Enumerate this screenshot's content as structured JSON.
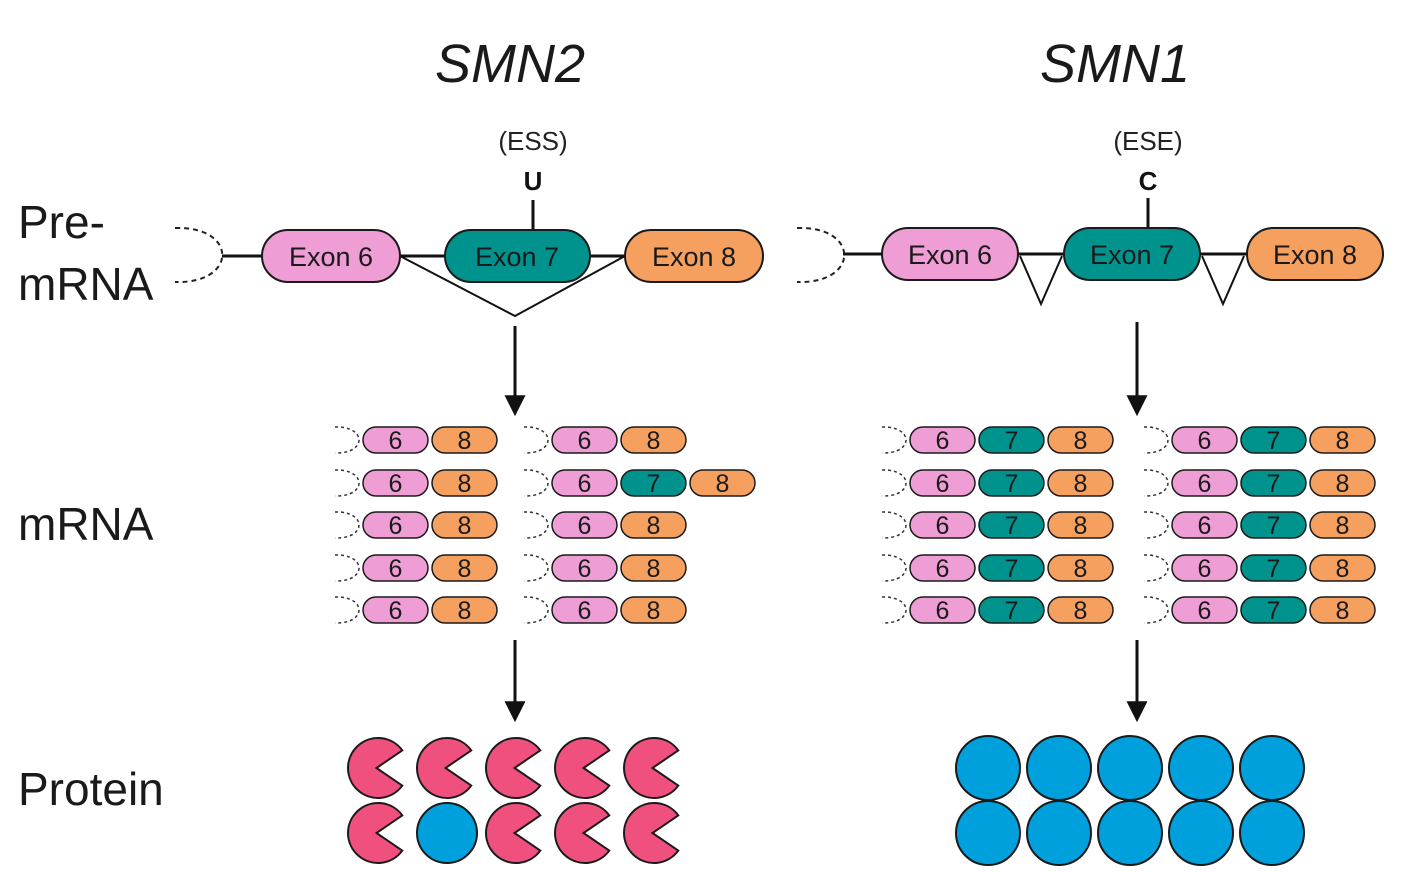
{
  "colors": {
    "exon6": "#EE9ED4",
    "exon7": "#00938E",
    "exon8": "#F6A060",
    "truncated_protein": "#F0507E",
    "full_protein": "#00A0DC",
    "outline": "#1a1a1a"
  },
  "row_labels": {
    "pre_mrna_line1": "Pre-",
    "pre_mrna_line2": "mRNA",
    "mrna": "mRNA",
    "protein": "Protein"
  },
  "panels": [
    {
      "id": "smn2",
      "title": "SMN2",
      "element": "(ESS)",
      "nucleotide": "U",
      "splicing": "exon-7-skipped",
      "exons": [
        {
          "id": "exon6",
          "label": "Exon 6"
        },
        {
          "id": "exon7",
          "label": "Exon 7"
        },
        {
          "id": "exon8",
          "label": "Exon 8"
        }
      ],
      "mrna_transcripts": [
        [
          "6",
          "8"
        ],
        [
          "6",
          "8"
        ],
        [
          "6",
          "8"
        ],
        [
          "6",
          "7",
          "8"
        ],
        [
          "6",
          "8"
        ],
        [
          "6",
          "8"
        ],
        [
          "6",
          "8"
        ],
        [
          "6",
          "8"
        ],
        [
          "6",
          "8"
        ],
        [
          "6",
          "8"
        ]
      ],
      "proteins": [
        "truncated",
        "truncated",
        "truncated",
        "truncated",
        "truncated",
        "truncated",
        "full",
        "truncated",
        "truncated",
        "truncated"
      ]
    },
    {
      "id": "smn1",
      "title": "SMN1",
      "element": "(ESE)",
      "nucleotide": "C",
      "splicing": "exon-7-included",
      "exons": [
        {
          "id": "exon6",
          "label": "Exon 6"
        },
        {
          "id": "exon7",
          "label": "Exon 7"
        },
        {
          "id": "exon8",
          "label": "Exon 8"
        }
      ],
      "mrna_transcripts": [
        [
          "6",
          "7",
          "8"
        ],
        [
          "6",
          "7",
          "8"
        ],
        [
          "6",
          "7",
          "8"
        ],
        [
          "6",
          "7",
          "8"
        ],
        [
          "6",
          "7",
          "8"
        ],
        [
          "6",
          "7",
          "8"
        ],
        [
          "6",
          "7",
          "8"
        ],
        [
          "6",
          "7",
          "8"
        ],
        [
          "6",
          "7",
          "8"
        ],
        [
          "6",
          "7",
          "8"
        ]
      ],
      "proteins": [
        "full",
        "full",
        "full",
        "full",
        "full",
        "full",
        "full",
        "full",
        "full",
        "full"
      ]
    }
  ]
}
